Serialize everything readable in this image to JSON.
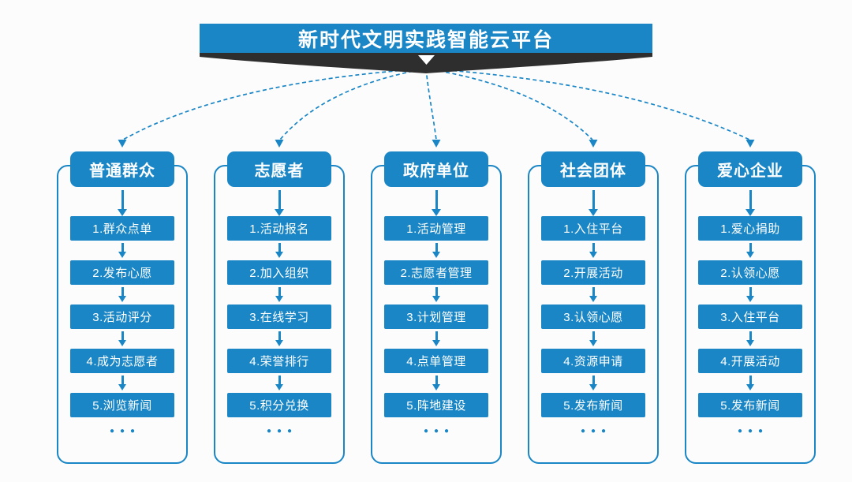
{
  "diagram": {
    "title": "新时代文明实践智能云平台",
    "ellipsis": "●●●",
    "colors": {
      "accent": "#1a86c6",
      "dark": "#2e2e2e",
      "background": "#fcfcfc",
      "text_on_accent": "#ffffff"
    },
    "columns": [
      {
        "header": "普通群众",
        "steps": [
          "1.群众点单",
          "2.发布心愿",
          "3.活动评分",
          "4.成为志愿者",
          "5.浏览新闻"
        ]
      },
      {
        "header": "志愿者",
        "steps": [
          "1.活动报名",
          "2.加入组织",
          "3.在线学习",
          "4.荣誉排行",
          "5.积分兑换"
        ]
      },
      {
        "header": "政府单位",
        "steps": [
          "1.活动管理",
          "2.志愿者管理",
          "3.计划管理",
          "4.点单管理",
          "5.阵地建设"
        ]
      },
      {
        "header": "社会团体",
        "steps": [
          "1.入住平台",
          "2.开展活动",
          "3.认领心愿",
          "4.资源申请",
          "5.发布新闻"
        ]
      },
      {
        "header": "爱心企业",
        "steps": [
          "1.爱心捐助",
          "2.认领心愿",
          "3.入住平台",
          "4.开展活动",
          "5.发布新闻"
        ]
      }
    ]
  }
}
